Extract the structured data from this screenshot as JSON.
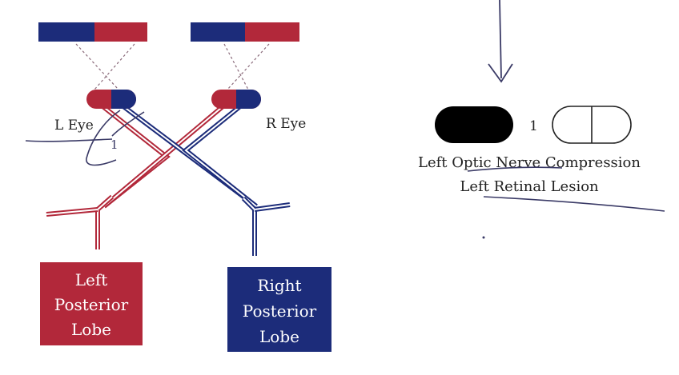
{
  "colors": {
    "red": "#b2283a",
    "blue": "#1c2c7a",
    "ink": "#3a3a66",
    "background": "#ffffff",
    "white_text": "#ffffff"
  },
  "left_eye": {
    "label": "L Eye",
    "annotation": "1"
  },
  "right_eye": {
    "label": "R Eye"
  },
  "left_lobe": {
    "line1": "Left",
    "line2": "Posterior",
    "line3": "Lobe"
  },
  "right_lobe": {
    "line1": "Right",
    "line2": "Posterior",
    "line3": "Lobe"
  },
  "visual_field_result": {
    "lesion_number": "1",
    "left_eye_field": "blacked-out",
    "right_eye_field": "intact",
    "caption_line1": "Left Optic Nerve Compression",
    "caption_line2": "Left Retinal Lesion"
  },
  "icons": [
    "down-arrow-icon",
    "left-eye-field-icon",
    "right-eye-field-icon"
  ]
}
